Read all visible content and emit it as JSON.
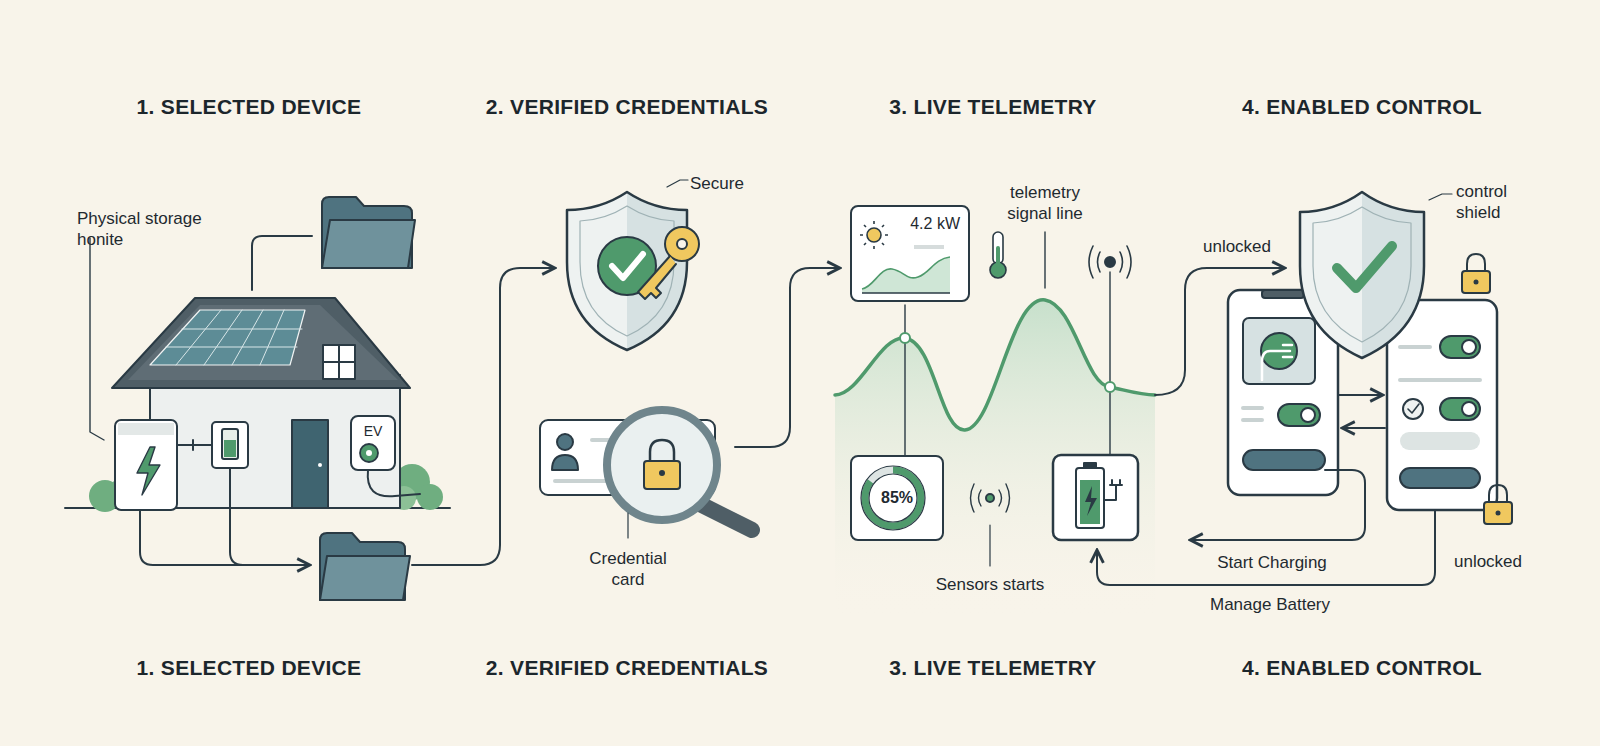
{
  "diagram": {
    "nodes": [
      {
        "text": [
          "EV"
        ]
      },
      {
        "text": [
          "4.2 kW"
        ]
      },
      {
        "text": [
          "85%"
        ]
      }
    ],
    "labels": [
      "1. SELECTED DEVICE",
      "2. VERIFIED CREDENTIALS",
      "3. LIVE TELEMETRY",
      "4. ENABLED CONTROL",
      "Physical storage honite",
      "Secure",
      "telemetry signal line",
      "unlocked",
      "control shield",
      "Credential card",
      "Sensors starts",
      "Start Charging",
      "unlocked",
      "Manage Battery",
      "1. SELECTED DEVICE",
      "2. VERIFIED CREDENTIALS",
      "3. LIVE TELEMETRY",
      "4. ENABLED CONTROL"
    ]
  }
}
